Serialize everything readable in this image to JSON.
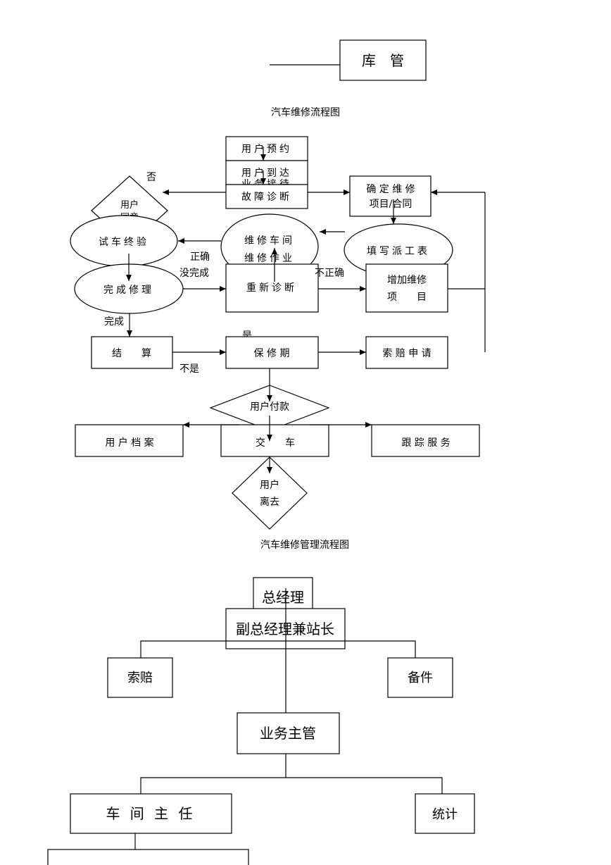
{
  "top": {
    "kuguan": "库　管"
  },
  "flow1": {
    "title": "汽车维修流程图",
    "yuyue": "用户预约",
    "daoda": "用户到达",
    "jiedai": "业务接待",
    "zhenduan": "故障诊断",
    "queding_1": "确 定 维 修",
    "queding_2": "项目/合同",
    "yonghu_tongyi_1": "用户",
    "yonghu_tongyi_2": "同意",
    "fou": "否",
    "shiche": "试车终验",
    "chejian_1": "维修车间",
    "chejian_2": "维修作业",
    "paigong": "填写派工表",
    "zhengque": "正确",
    "meiwancheng": "没完成",
    "buzhengque": "不正确",
    "wancheng_xiuli": "完成修理",
    "chongxin": "重新诊断",
    "zengjia_1": "增加维修",
    "zengjia_2": "项　　目",
    "wancheng": "完成",
    "shi": "是",
    "jiesuan": "结　　算",
    "baoxiu": "保 修 期",
    "suopei_shenqing": "索 赔 申 请",
    "bushi": "不是"
  },
  "flow2": {
    "title": "汽车维修管理流程图",
    "fukuan": "用户付款",
    "dangan": "用 户 档 案",
    "jiaoche": "交　　车",
    "genzong": "跟 踪 服 务",
    "liqu_1": "用户",
    "liqu_2": "离去"
  },
  "org": {
    "zongjingli": "总经理",
    "fuzong": "副总经理兼站长",
    "suopei": "索赔",
    "beijian": "备件",
    "yewu": "业务主管",
    "chejian": "车 间 主 任",
    "tongji": "统计"
  }
}
